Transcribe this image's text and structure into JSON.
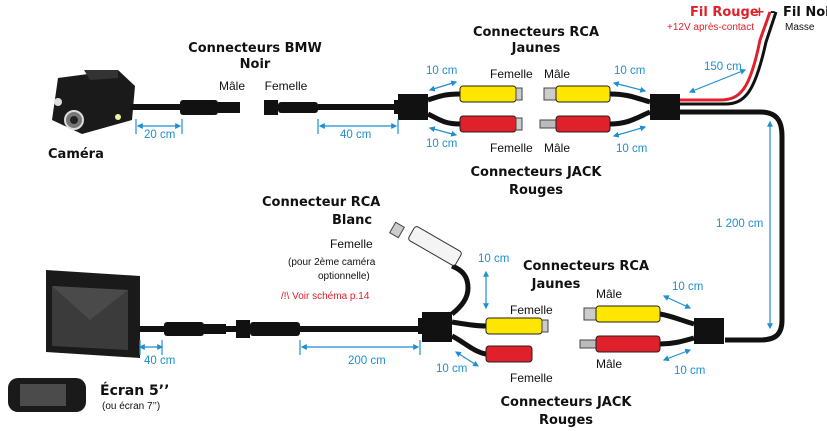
{
  "labels": {
    "bmw_title": "Connecteurs BMW",
    "bmw_sub": "Noir",
    "camera": "Caméra",
    "male": "Mâle",
    "femelle": "Femelle",
    "rca_jaunes_title": "Connecteurs RCA",
    "rca_jaunes_sub": "Jaunes",
    "jack_rouges_title": "Connecteurs JACK",
    "jack_rouges_sub": "Rouges",
    "fil_rouge": "Fil Rouge",
    "plus_sign": "+",
    "minus_sign": "-",
    "fil_noir": "Fil Noir",
    "plus12": "+12V après-contact",
    "masse": "Masse",
    "rca_blanc_title": "Connecteur RCA",
    "rca_blanc_sub": "Blanc",
    "blanc_note1": "(pour 2ème caméra",
    "blanc_note2": "optionnelle)",
    "voir": "/!\\ Voir schéma p.14",
    "ecran": "Écran 5’’",
    "ecran_sub": "(ou écran 7’’)"
  },
  "lengths": {
    "l10": "10 cm",
    "l20": "20 cm",
    "l40": "40 cm",
    "l150": "150 cm",
    "l1200": "1 200 cm",
    "l200": "200 cm"
  },
  "colors": {
    "cable": "#111111",
    "yellow": "#ffe600",
    "red_plug": "#e0202a",
    "dimension": "#1f8fd0",
    "wire_red": "#e0202a"
  }
}
